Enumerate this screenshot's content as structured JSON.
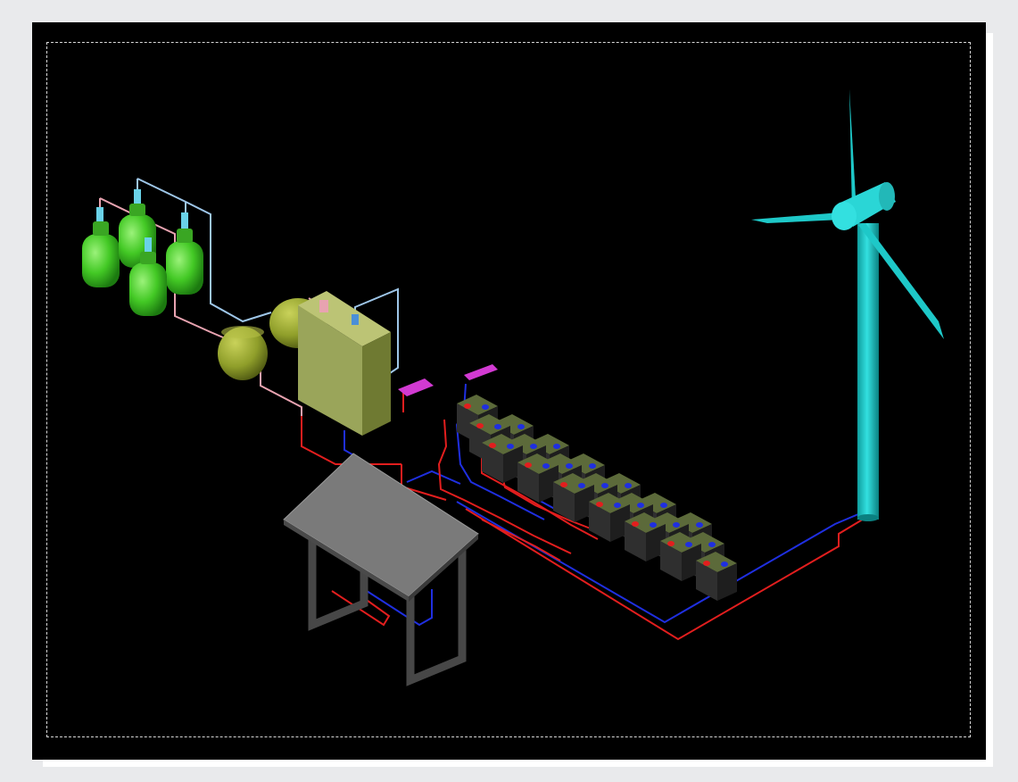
{
  "colors": {
    "background": "#e9eaec",
    "sheet": "#000000",
    "frame": "#d8d8d8",
    "cylinder_green": "#43c925",
    "tank_olive": "#8f9e2a",
    "cabinet_olive": "#9aa55a",
    "panel_gray": "#7a7a7a",
    "stand_gray": "#474747",
    "battery_dark": "#2f2f2f",
    "turbine_cyan": "#1ec8c8",
    "wire_red": "#e21e1e",
    "wire_blue": "#1f2fe0",
    "pipe_pink": "#e8a3b0",
    "pipe_lightblue": "#9ec6e8",
    "connector_magenta": "#d23ad2"
  },
  "components": [
    {
      "id": "gas-cylinders",
      "count": 4,
      "icon": "gas-cylinder-icon"
    },
    {
      "id": "storage-tanks",
      "count": 2,
      "icon": "tank-icon"
    },
    {
      "id": "control-cabinet",
      "count": 1,
      "icon": "cabinet-icon"
    },
    {
      "id": "solar-panel",
      "count": 1,
      "icon": "solar-panel-icon"
    },
    {
      "id": "battery-bank",
      "count": 21,
      "icon": "battery-icon"
    },
    {
      "id": "wind-turbine",
      "count": 1,
      "icon": "wind-turbine-icon"
    }
  ]
}
